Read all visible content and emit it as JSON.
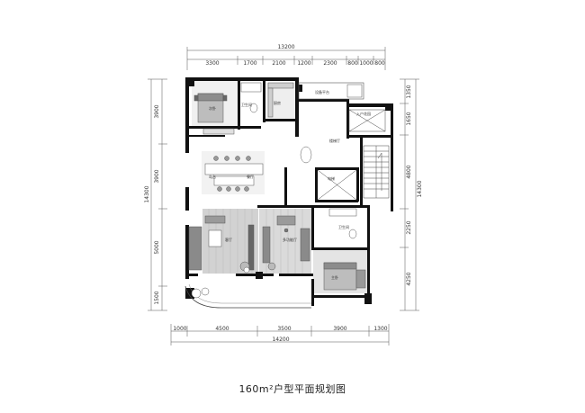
{
  "caption": "160m²户型平面规划图",
  "dimensions": {
    "top_total": "13200",
    "top_segments": [
      "3300",
      "1700",
      "2100",
      "1200",
      "2300",
      "800",
      "1000",
      "800"
    ],
    "bottom_total": "14200",
    "bottom_segments": [
      "1000",
      "4500",
      "3500",
      "3900",
      "1300"
    ],
    "left_total": "14300",
    "left_segments": [
      "3900",
      "3900",
      "5000",
      "1500"
    ],
    "right_total": "14300",
    "right_segments": [
      "1350",
      "1650",
      "4800",
      "2250",
      "4250"
    ]
  },
  "rooms": {
    "bedroom_top": "次卧",
    "bathroom_1": "卫生间",
    "kitchen": "厨房",
    "equipment_platform": "设备平台",
    "entrance": "入户花园",
    "stair_hall": "楼梯厅",
    "dining": "餐厅",
    "island": "岛台",
    "elevator": "电梯",
    "living_room": "客厅",
    "multi_function": "多功能厅",
    "bathroom_2": "卫生间",
    "master_bedroom": "主卧"
  }
}
